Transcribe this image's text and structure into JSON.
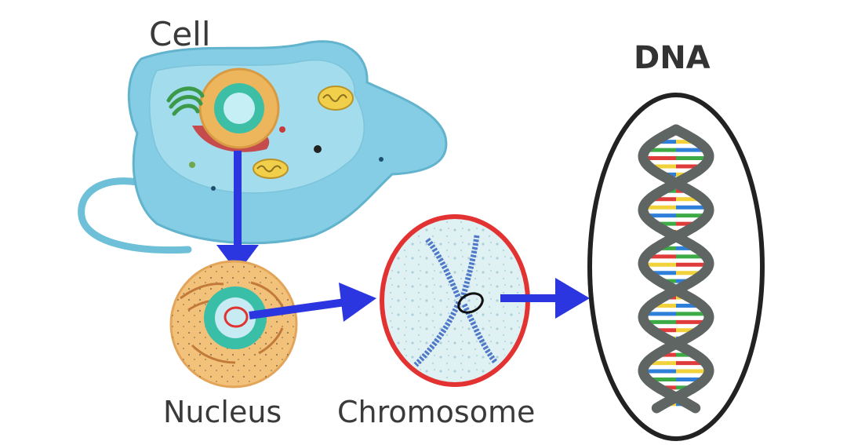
{
  "labels": {
    "cell": "Cell",
    "nucleus": "Nucleus",
    "chromosome": "Chromosome",
    "dna": "DNA"
  },
  "colors": {
    "arrow": "#2b35e0",
    "cell_body": "#7ecbe3",
    "chromosome_ring": "#e23232",
    "dna_backbone": "#5f6563",
    "dna_ring": "#222222",
    "base_pairs": [
      "#e03b3b",
      "#f2d23a",
      "#2e7fd9",
      "#3cab46"
    ]
  }
}
